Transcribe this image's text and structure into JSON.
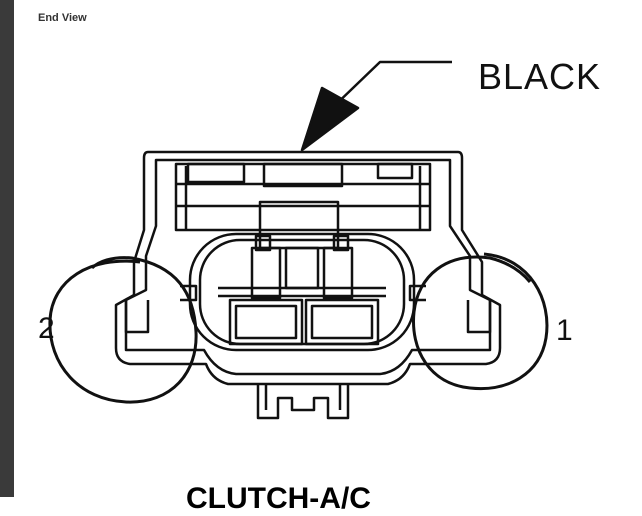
{
  "view_label": "End View",
  "callout": {
    "label": "BLACK"
  },
  "pins": {
    "left_label": "2",
    "right_label": "1"
  },
  "caption": "CLUTCH-A/C",
  "colors": {
    "line": "#111111",
    "sidebar": "#3a3a3a",
    "background": "#ffffff"
  }
}
